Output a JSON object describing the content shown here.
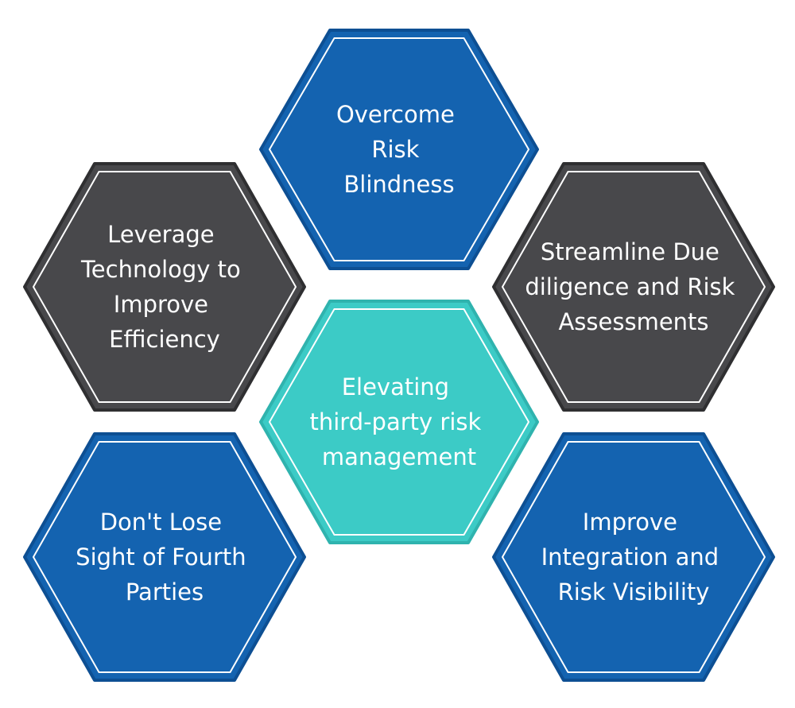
{
  "colors": {
    "blue": "#1463b0",
    "dark": "#48484b",
    "teal": "#3ccbc6",
    "blue_border": "#0d4f93",
    "dark_border": "#2f2f31",
    "teal_border": "#2fb3ae",
    "inner_line": "#ffffff",
    "text": "#ffffff"
  },
  "hexagons": [
    {
      "id": "top",
      "color": "blue",
      "lines": [
        "Overcome",
        "Risk",
        "Blindness"
      ]
    },
    {
      "id": "left-upper",
      "color": "dark",
      "lines": [
        "Leverage",
        "Technology to",
        "Improve",
        "Efficiency"
      ]
    },
    {
      "id": "right-upper",
      "color": "dark",
      "lines": [
        "Streamline Due",
        "diligence and Risk",
        "Assessments"
      ]
    },
    {
      "id": "center",
      "color": "teal",
      "lines": [
        "Elevating",
        "third-party risk",
        "management"
      ]
    },
    {
      "id": "left-lower",
      "color": "blue",
      "lines": [
        "Don't Lose",
        "Sight of Fourth",
        "Parties"
      ]
    },
    {
      "id": "right-lower",
      "color": "blue",
      "lines": [
        "Improve",
        "Integration and",
        "Risk Visibility"
      ]
    }
  ]
}
